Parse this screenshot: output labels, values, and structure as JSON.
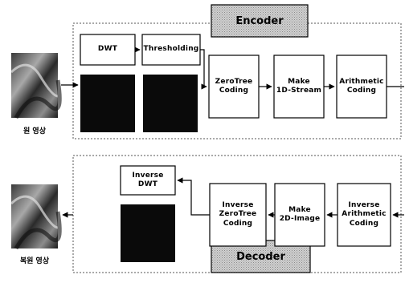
{
  "encoder": {
    "title": "Encoder",
    "steps": {
      "dwt": "DWT",
      "thresholding": "Thresholding",
      "zerotree": "ZeroTree\nCoding",
      "make_stream": "Make\n1D-Stream",
      "arithmetic": "Arithmetic\nCoding"
    },
    "input_caption": "원 영상"
  },
  "decoder": {
    "title": "Decoder",
    "steps": {
      "inverse_dwt": "Inverse\nDWT",
      "inverse_zerotree": "Inverse\nZeroTree\nCoding",
      "make_image": "Make\n2D-Image",
      "inverse_arithmetic": "Inverse\nArithmetic\nCoding"
    },
    "output_caption": "복원 영상"
  },
  "colors": {
    "title_fill": "#c8c8c8",
    "dashed_border": "#555555",
    "coefficient_image": "#0a0a0a"
  }
}
